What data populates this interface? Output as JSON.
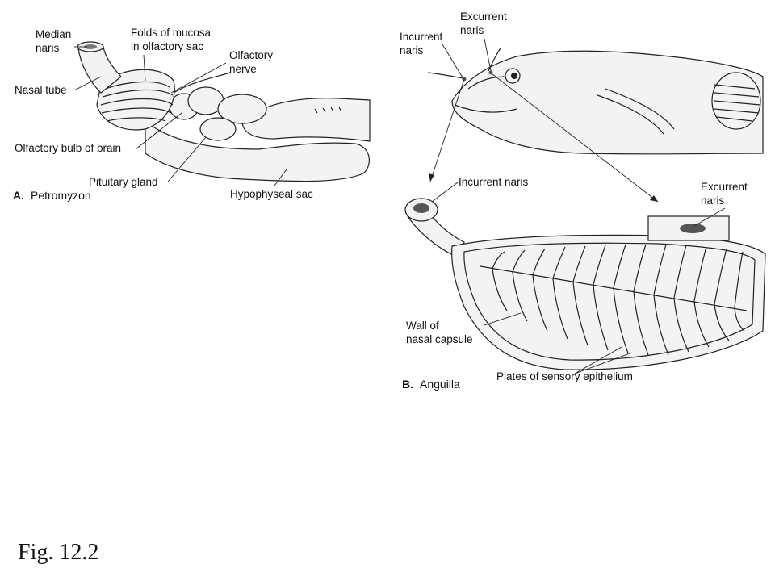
{
  "caption": "Fig. 12.2",
  "panel_a": {
    "letter": "A.",
    "name": "Petromyzon",
    "labels": {
      "median_naris_1": "Median",
      "median_naris_2": "naris",
      "folds_1": "Folds of mucosa",
      "folds_2": "in olfactory sac",
      "nasal_tube": "Nasal tube",
      "olfactory_nerve_1": "Olfactory",
      "olfactory_nerve_2": "nerve",
      "olfactory_bulb": "Olfactory bulb of brain",
      "pituitary_gland": "Pituitary gland",
      "hypophyseal_sac": "Hypophyseal sac"
    }
  },
  "panel_b": {
    "letter": "B.",
    "name": "Anguilla",
    "labels": {
      "excurrent_top_1": "Excurrent",
      "excurrent_top_2": "naris",
      "incurrent_top_1": "Incurrent",
      "incurrent_top_2": "naris",
      "incurrent_detail": "Incurrent naris",
      "excurrent_detail_1": "Excurrent",
      "excurrent_detail_2": "naris",
      "wall_1": "Wall of",
      "wall_2": "nasal capsule",
      "plates": "Plates of sensory epithelium"
    }
  },
  "colors": {
    "ink": "#222222",
    "background": "#ffffff",
    "fill": "#f3f3f3"
  }
}
